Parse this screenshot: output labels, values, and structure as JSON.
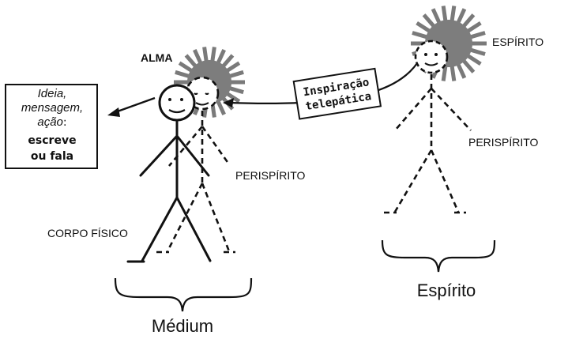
{
  "labels": {
    "alma": "ALMA",
    "espirito_top": "ESPÍRITO",
    "perispirito_right": "PERISPÍRITO",
    "perispirito_left": "PERISPÍRITO",
    "corpo_fisico": "CORPO FÍSICO",
    "medium": "Médium",
    "espirito_bottom": "Espírito"
  },
  "message_box": {
    "line1": "Ideia,",
    "line2": "mensagem,",
    "line3_italic": "ação",
    "line3_colon": ":",
    "line4": "escreve",
    "line5": "ou fala"
  },
  "inspiration_tag": {
    "line1": "Inspiração",
    "line2": "telepática"
  }
}
